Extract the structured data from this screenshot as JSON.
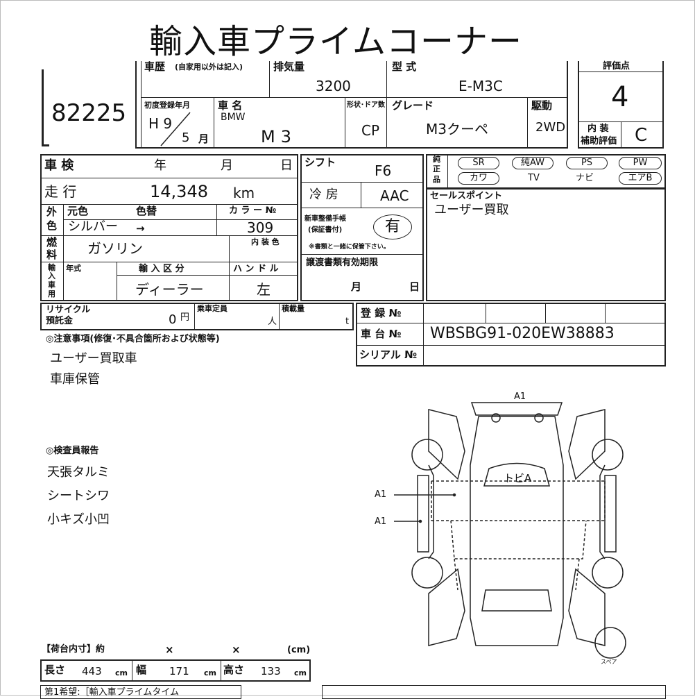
{
  "title": "輸入車プライムコーナー",
  "lot_number": "82225",
  "history": {
    "label": "車歴",
    "sub": "(自家用以外は記入)"
  },
  "displacement": {
    "label": "排気量",
    "value": "3200"
  },
  "model_type": {
    "label": "型 式",
    "value": "E-M3C"
  },
  "first_registration": {
    "label": "初度登録年月",
    "era_year": "H 9",
    "month": "5",
    "month_unit": "月"
  },
  "car_name": {
    "label": "車 名",
    "maker": "BMW",
    "value": "M3"
  },
  "body_type": {
    "label": "形状･ドア数",
    "value": "CP"
  },
  "grade": {
    "label": "グレード",
    "value": "M3クーペ"
  },
  "drive": {
    "label": "駆動",
    "value": "2WD"
  },
  "score": {
    "label": "評価点",
    "value": "4"
  },
  "interior_score": {
    "label_1": "内 装",
    "label_2": "補助評価",
    "value": "C"
  },
  "inspection": {
    "label": "車 検",
    "year": "年",
    "month": "月",
    "day": "日"
  },
  "mileage": {
    "label": "走 行",
    "value": "14,348",
    "unit": "km"
  },
  "color": {
    "side_1": "外",
    "side_2": "色",
    "orig_label": "元色",
    "change_label": "色替",
    "value": "シルバー",
    "arrow": "→",
    "code_label": "カ ラ ー №",
    "code": "309"
  },
  "fuel": {
    "side_1": "燃",
    "side_2": "料",
    "value": "ガソリン",
    "interior_color_label": "内 装 色"
  },
  "import": {
    "side": [
      "輸",
      "入",
      "車",
      "用"
    ],
    "year_label": "年式",
    "type_label": "輸 入 区 分",
    "type_value": "ディーラー",
    "handle_label": "ハ ン ド ル",
    "handle_value": "左"
  },
  "shift": {
    "label": "シフト",
    "value": "F6"
  },
  "ac": {
    "label": "冷 房",
    "value": "AAC"
  },
  "maintenance": {
    "label_1": "新車整備手帳",
    "label_2": "(保証書付)",
    "value": "有",
    "note": "※書類と一緒に保管下さい。"
  },
  "transfer": {
    "label": "譲渡書類有効期限",
    "month": "月",
    "day": "日"
  },
  "equipment": {
    "side_1": "純",
    "side_2": "正",
    "side_3": "品",
    "items": [
      "SR",
      "純AW",
      "PS",
      "PW",
      "カワ",
      "TV",
      "ナビ",
      "エアB"
    ]
  },
  "sales_point": {
    "label": "セールスポイント",
    "value": "ユーザー買取"
  },
  "recycle": {
    "label_1": "リサイクル",
    "label_2": "預託金",
    "value": "0",
    "unit": "円"
  },
  "capacity": {
    "label": "乗車定員",
    "unit": "人"
  },
  "load": {
    "label": "積載量",
    "unit": "t"
  },
  "registration": {
    "label": "登 録 №"
  },
  "chassis": {
    "label": "車 台 №",
    "value": "WBSBG91-020EW38883"
  },
  "serial": {
    "label": "シリアル №"
  },
  "notes": {
    "label": "◎注意事項(修復･不具合箇所および状態等)",
    "lines": [
      "ユーザー買取車",
      "車庫保管"
    ]
  },
  "inspector": {
    "label": "◎検査員報告",
    "lines": [
      "天張タルミ",
      "シートシワ",
      "小キズ小凹"
    ]
  },
  "diagram": {
    "top": "A1",
    "left_1": "A1",
    "left_2": "A1",
    "windshield": "トビA",
    "spare": "スペア"
  },
  "cargo": {
    "label": "【荷台内寸】約",
    "x1": "×",
    "x2": "×",
    "unit": "(cm)"
  },
  "dims": {
    "length_label": "長さ",
    "length": "443",
    "width_label": "幅",
    "width": "171",
    "height_label": "高さ",
    "height": "133",
    "unit": "cm"
  },
  "footer": {
    "text": "第1希望:［輸入車プライムタイム"
  }
}
